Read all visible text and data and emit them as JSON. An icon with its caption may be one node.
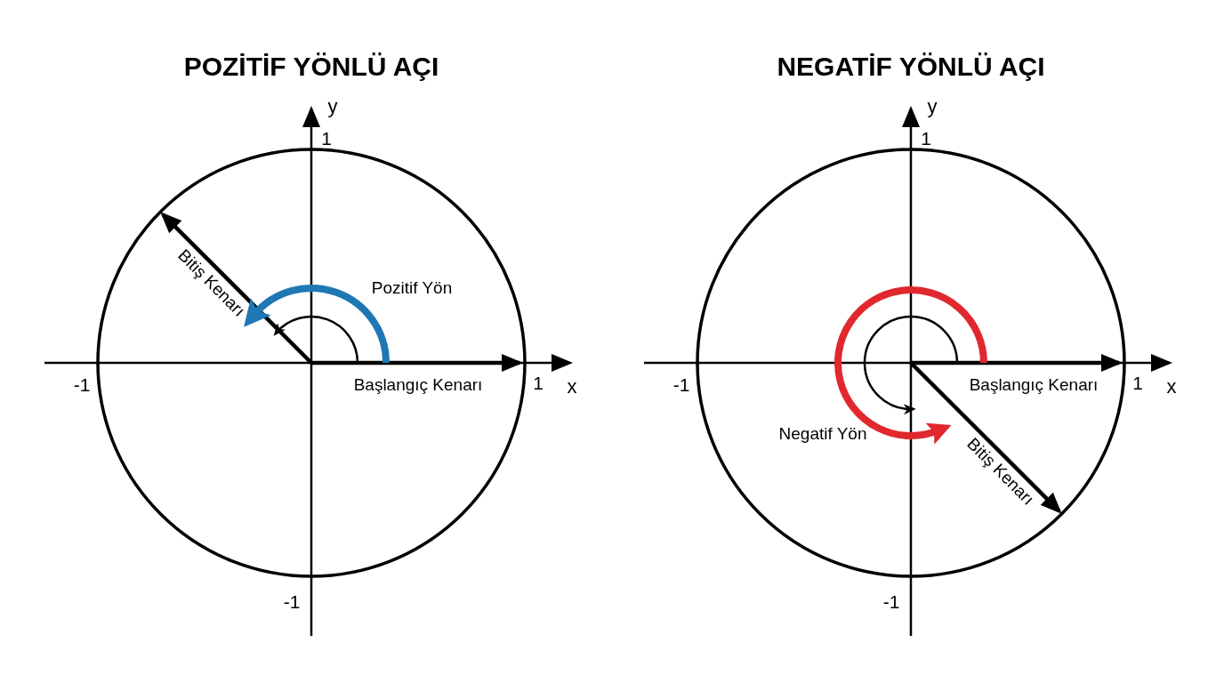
{
  "diagram": {
    "labels": [
      "POZİTİF YÖNLÜ AÇI",
      "NEGATİF YÖNLÜ AÇI",
      "y",
      "1",
      "Bitiş Kenarı",
      "Pozitif Yön",
      "-1",
      "Başlangıç Kenarı",
      "1",
      "x",
      "-1",
      "y",
      "1",
      "-1",
      "Başlangıç Kenarı",
      "1",
      "x",
      "Negatif Yön",
      "Bitiş Kenarı",
      "-1"
    ]
  }
}
